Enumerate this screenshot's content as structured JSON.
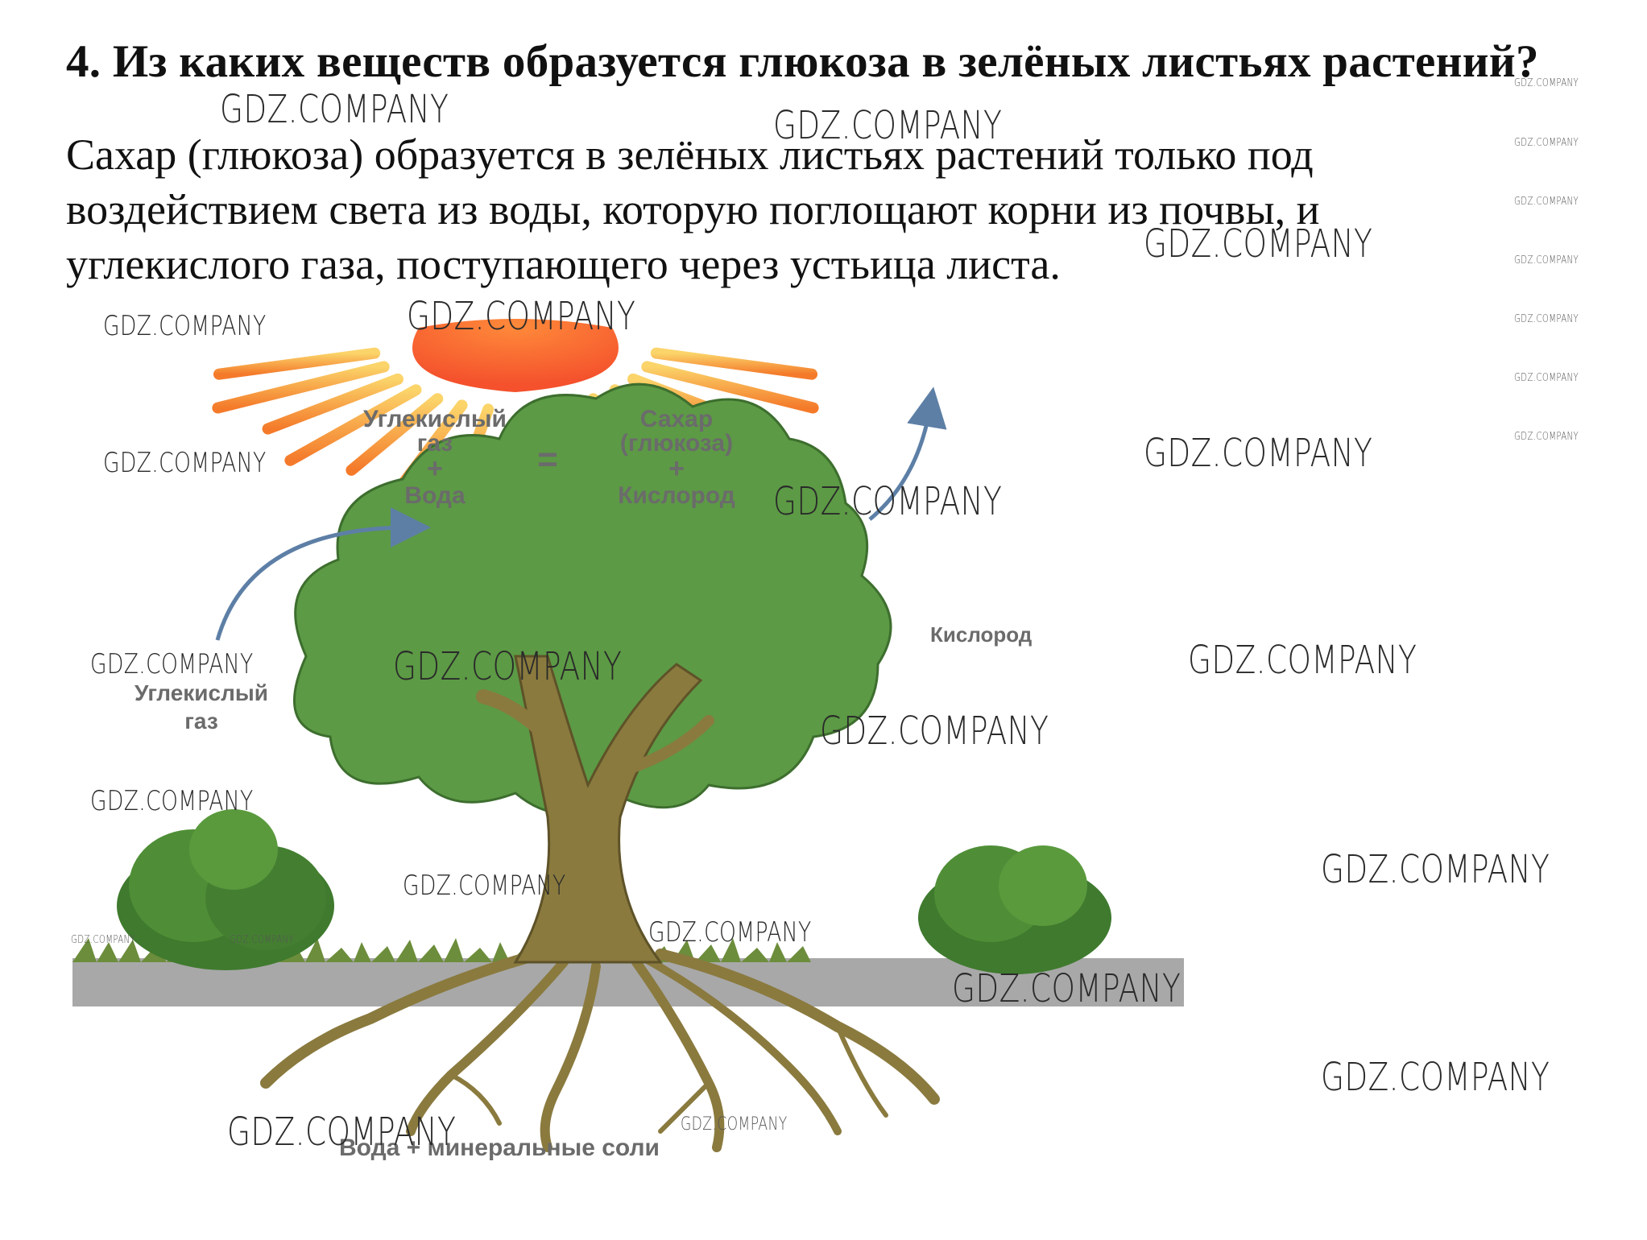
{
  "question": "4. Из каких веществ образуется глюкоза в зелёных листьях растений?",
  "answer_lines": [
    "Сахар (глюкоза) образуется в зелёных листьях растений только под",
    "воздействием света из воды, которую поглощают корни из почвы, и",
    "углекислого газа, поступающего через устьица листа."
  ],
  "diagram": {
    "co2_water_l1": "Углекислый",
    "co2_water_l2": "газ",
    "plus1": "+",
    "water": "Вода",
    "equals": "=",
    "sugar_l1": "Сахар",
    "sugar_l2": "(глюкоза)",
    "plus2": "+",
    "oxygen_inner": "Кислород",
    "oxygen_out": "Кислород",
    "co2_in_l1": "Углекислый",
    "co2_in_l2": "газ",
    "soil": "Вода + минеральные соли"
  },
  "watermark": "GDZ.COMPANY",
  "colors": {
    "foliage": "#5c9a45",
    "trunk": "#8a7a3e",
    "sun": "#f4512c",
    "ray": "#f7a13a",
    "ground": "#a8a8a8",
    "arrow": "#5d7fa6"
  }
}
